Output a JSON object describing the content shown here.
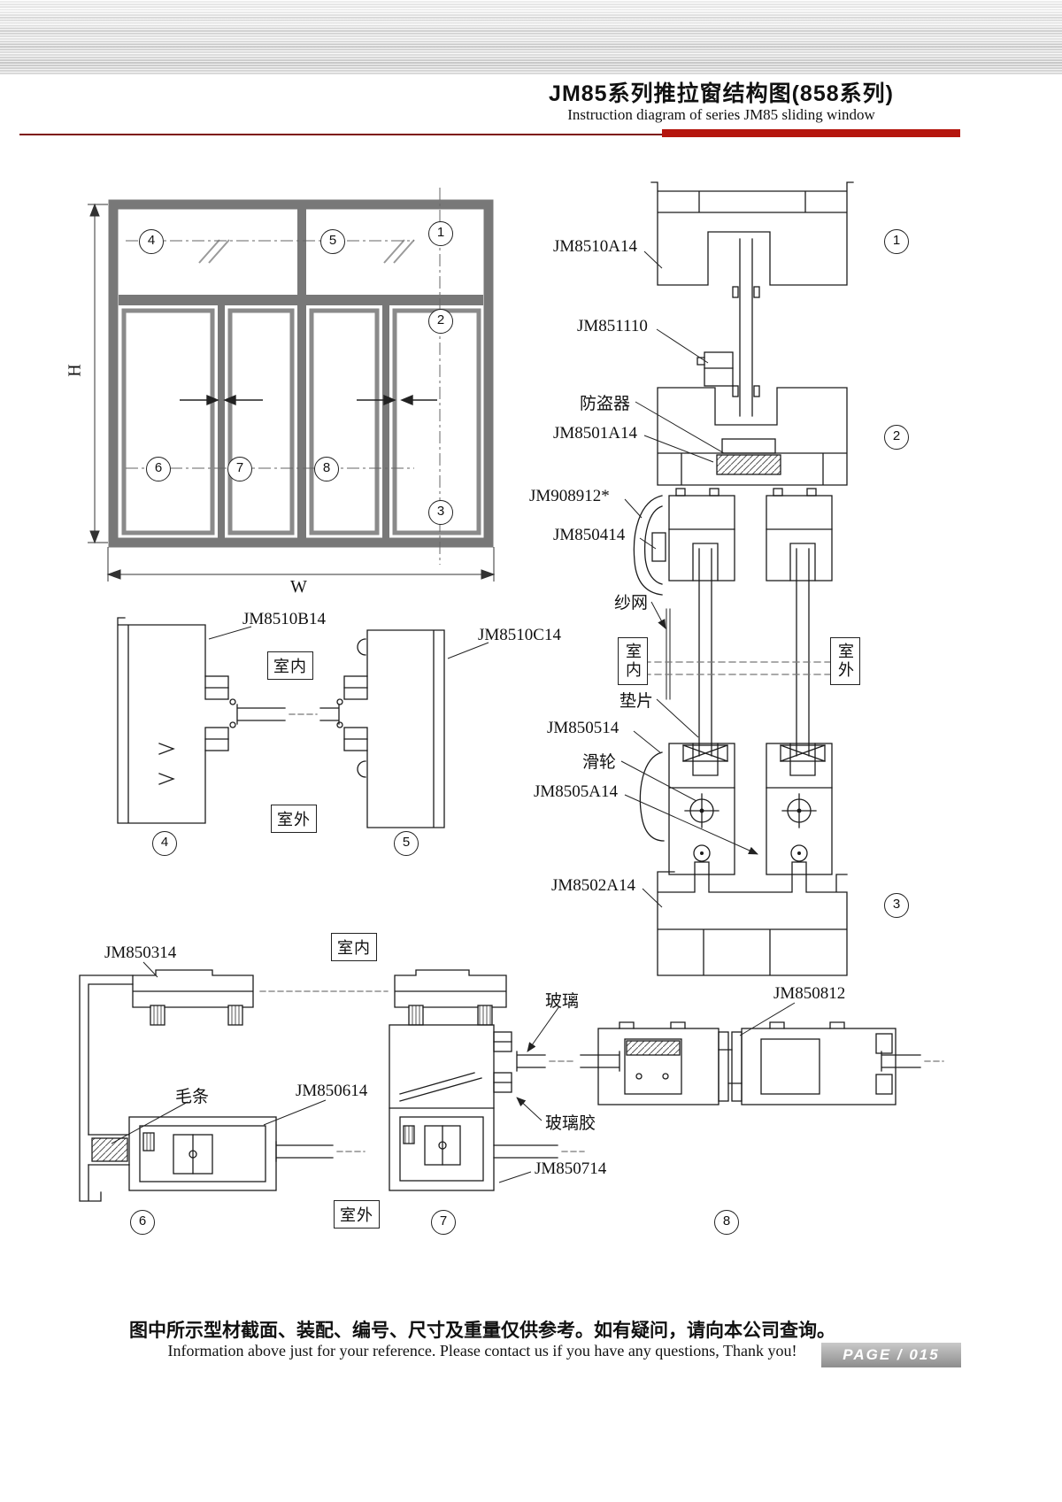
{
  "header": {
    "title": "JM85系列推拉窗结构图(858系列)",
    "subtitle": "Instruction diagram of series JM85 sliding window"
  },
  "elevation": {
    "dim_h": "H",
    "dim_w": "W",
    "m1": "1",
    "m2": "2",
    "m3": "3",
    "m4": "4",
    "m5": "5",
    "m6": "6",
    "m7": "7",
    "m8": "8"
  },
  "vsection": {
    "jm8510a14": "JM8510A14",
    "jm851110": "JM851110",
    "anti_theft": "防盗器",
    "jm8501a14": "JM8501A14",
    "jm908912": "JM908912*",
    "jm850414": "JM850414",
    "screen_mesh": "纱网",
    "indoor": "室内",
    "outdoor": "室外",
    "spacer": "垫片",
    "jm850514": "JM850514",
    "roller": "滑轮",
    "jm8505a14": "JM8505A14",
    "jm8502a14": "JM8502A14",
    "m1": "1",
    "m2": "2",
    "m3": "3"
  },
  "hsection": {
    "jm8510b14": "JM8510B14",
    "jm8510c14": "JM8510C14",
    "indoor": "室内",
    "outdoor": "室外",
    "m4": "4",
    "m5": "5"
  },
  "bsection": {
    "jm850314": "JM850314",
    "wool_pile": "毛条",
    "jm850614": "JM850614",
    "glass": "玻璃",
    "glass_sealant": "玻璃胶",
    "jm850714": "JM850714",
    "jm850812": "JM850812",
    "indoor": "室内",
    "outdoor": "室外",
    "m6": "6",
    "m7": "7",
    "m8": "8"
  },
  "footer": {
    "note_cn": "图中所示型材截面、装配、编号、尺寸及重量仅供参考。如有疑问，请向本公司查询。",
    "note_en": "Information above just for your reference. Please contact us if you have any questions, Thank you!",
    "page_label": "PAGE / 015"
  }
}
